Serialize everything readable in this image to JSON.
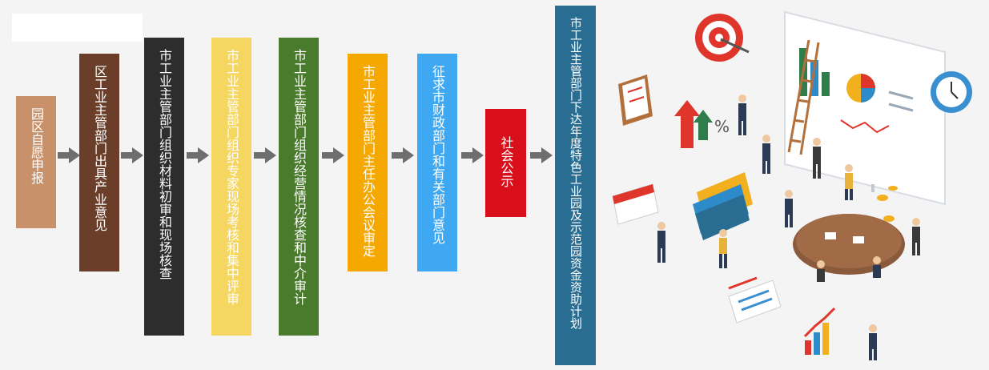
{
  "flow": {
    "steps": [
      {
        "label": "园区自愿申报",
        "color": "#c9916a",
        "text_color": "#ffffff"
      },
      {
        "label": "区工业主管部门出具产业意见",
        "color": "#6b3e2a",
        "text_color": "#ffffff"
      },
      {
        "label": "市工业主管部门组织材料初审和现场核查",
        "color": "#2d2d2d",
        "text_color": "#ffffff"
      },
      {
        "label": "市工业主管部门组织专家现场考核和集中评审",
        "color": "#f4d660",
        "text_color": "#ffffff"
      },
      {
        "label": "市工业主管部门组织经营情况核查和中介审计",
        "color": "#4a7a2c",
        "text_color": "#ffffff"
      },
      {
        "label": "市工业主管部门主任办公会议审定",
        "color": "#f5a800",
        "text_color": "#ffffff"
      },
      {
        "label": "征求市财政部门和有关部门意见",
        "color": "#3ea9f2",
        "text_color": "#ffffff"
      },
      {
        "label": "社会公示",
        "color": "#d9101c",
        "text_color": "#ffffff"
      },
      {
        "label": "市工业主管部门下达年度特色工业园及示范园资金资助计划",
        "color": "#2a6d92",
        "text_color": "#ffffff"
      }
    ],
    "arrow_color": "#6e6e6e"
  },
  "illustration": {
    "name": "business-team-analytics-illustration"
  }
}
